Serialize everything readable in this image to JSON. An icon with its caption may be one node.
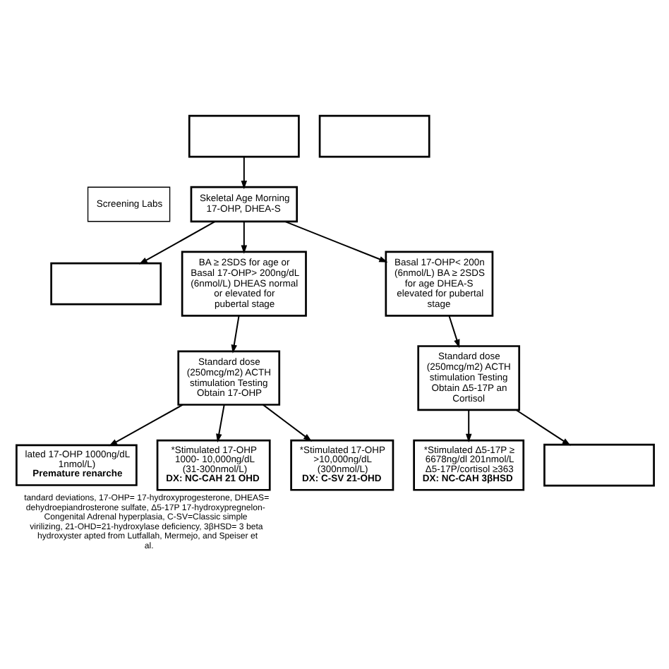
{
  "diagram": {
    "caption": "tandard deviations, 17-OHP= 17-hydroxyprogesterone, DHEAS= dehydroepiandrosterone sulfate, Δ5-17P 17-hydroxypregnelon- Congenital Adrenal hyperplasia, C-SV=Classic simple virilizing, 21-OHD=21-hydroxylase deficiency, 3βHSD= 3 beta hydroxyster apted from Lutfallah, Mermejo, and Speiser et al.",
    "nodes": [
      {
        "text": [],
        "shape": "box"
      },
      {
        "text": [
          "Screening Labs"
        ]
      },
      {
        "text": [
          "Skeletal Age Morning 17-OHP, DHEA-S"
        ]
      },
      {
        "text": [],
        "shape": "box"
      },
      {
        "text": [
          "BA ≥ 2SDS for age or Basal 17-OHP> 200ng/dL (6nmol/L) DHEAS normal or elevated for pubertal stage"
        ]
      },
      {
        "text": [
          "Basal 17-OHP< 200n (6nmol/L) BA ≥ 2SDS for age DHEA-S elevated for pubertal stage"
        ]
      },
      {
        "text": [],
        "shape": "box"
      },
      {
        "text": [
          "Standard dose (250mcg/m2) ACTH stimulation Testing Obtain 17-OHP"
        ]
      },
      {
        "text": [
          "Standard dose (250mcg/m2) ACTH stimulation Testing Obtain Δ5-17P an Cortisol"
        ]
      },
      {
        "text": [
          "lated 17-OHP 1000ng/dL 1nmol/L)",
          "Premature renarche"
        ]
      },
      {
        "text": [
          "*Stimulated 17-OHP 1000- 10,000ng/dL (31-300nmol/L)",
          "DX: NC-CAH 21 OHD"
        ]
      },
      {
        "text": [
          "*Stimulated 17-OHP >10,000ng/dL (300nmol/L)",
          "DX: C-SV 21-OHD"
        ]
      },
      {
        "text": [
          "*Stimulated Δ5-17P ≥ 6678ng/dl 201nmol/L Δ5-17P/cortisol ≥363",
          "DX: NC-CAH 3βHSD"
        ]
      },
      {
        "text": [],
        "shape": "box"
      }
    ],
    "edges": [
      {
        "from": 0,
        "to": 2,
        "arrow": "to"
      },
      {
        "from": 2,
        "to": 3,
        "arrow": "to"
      },
      {
        "from": 2,
        "to": 4,
        "arrow": "to"
      },
      {
        "from": 2,
        "to": 5,
        "arrow": "to"
      },
      {
        "from": 4,
        "to": 7,
        "arrow": "to"
      },
      {
        "from": 5,
        "to": 8,
        "arrow": "to"
      },
      {
        "from": 7,
        "to": 9,
        "arrow": "to"
      },
      {
        "from": 7,
        "to": 10,
        "arrow": "to"
      },
      {
        "from": 7,
        "to": 11,
        "arrow": "to"
      },
      {
        "from": 8,
        "to": 12,
        "arrow": "to"
      },
      {
        "from": 8,
        "to": 13,
        "arrow": "to"
      }
    ]
  }
}
